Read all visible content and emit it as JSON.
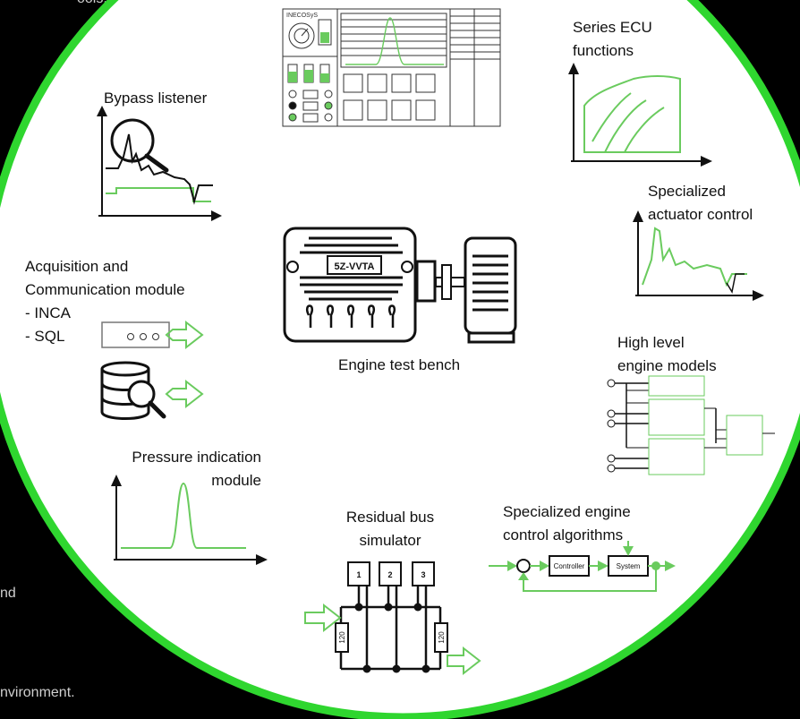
{
  "background_text": {
    "top_fragment": "ools.",
    "left_fragment": "nd",
    "bottom_fragment": "nvironment."
  },
  "labels": {
    "bypass": "Bypass listener",
    "series_ecu": [
      "Series ECU",
      "functions"
    ],
    "actuator": [
      "Specialized",
      "actuator control"
    ],
    "acquisition": [
      "Acquisition and",
      "Communication module",
      "- INCA",
      "- SQL"
    ],
    "engine_bench": "Engine test bench",
    "high_level": [
      "High level",
      "engine models"
    ],
    "pressure": [
      "Pressure indication",
      "module"
    ],
    "residual": [
      "Residual bus",
      "simulator"
    ],
    "control_alg": [
      "Specialized engine",
      "control algorithms"
    ]
  },
  "engine": {
    "name": "5Z-VVTA"
  },
  "residual_nodes": [
    "1",
    "2",
    "3"
  ],
  "resistor_value": "120",
  "control_loop": {
    "blocks": [
      "Controller",
      "System"
    ]
  },
  "colors": {
    "ring": "#2fd62f",
    "accent": "#6acb5e",
    "ink": "#111111",
    "background": "#000000"
  }
}
